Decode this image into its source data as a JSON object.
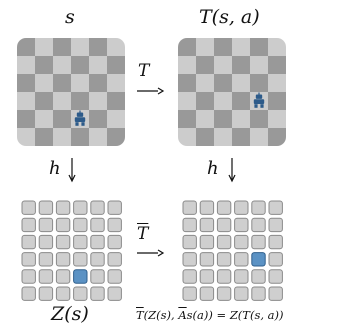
{
  "labels": {
    "state": "s",
    "next_state": "T(s, a)",
    "transition": "T",
    "encoder_left": "h",
    "encoder_right": "h",
    "latent_transition": "T",
    "latent_state": "Z(s)",
    "equation_lhs": "T",
    "equation_mid": "(Z(s), ",
    "equation_A": "A",
    "equation_rhs": "s(a)) = Z(T(s, a))"
  },
  "grid": {
    "rows": 6,
    "cols": 6
  },
  "agent": {
    "state_cell": {
      "row": 4,
      "col": 3
    },
    "next_state_cell": {
      "row": 3,
      "col": 4
    }
  },
  "latent_active": {
    "left_cell": {
      "row": 4,
      "col": 3
    },
    "right_cell": {
      "row": 3,
      "col": 4
    }
  },
  "colors": {
    "checker_dark": "#999999",
    "checker_light": "#cccccc",
    "agent": "#2d5b8a",
    "latent_cell_fill": "#cfcfcf",
    "latent_cell_stroke": "#8a8a8a",
    "latent_active_fill": "#5b92c4",
    "latent_active_stroke": "#2f5f8c",
    "arrow": "#111111"
  },
  "icons": {
    "agent": "robot-icon",
    "transition_arrow": "right-arrow-icon",
    "encoder_arrow": "down-arrow-icon"
  }
}
